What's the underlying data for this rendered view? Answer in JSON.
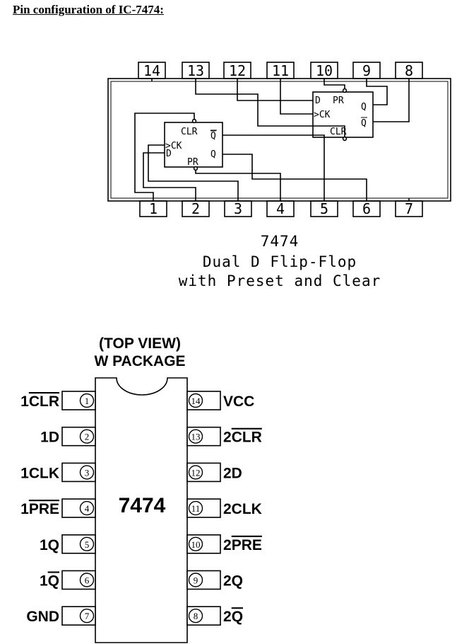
{
  "page": {
    "title": "Pin configuration of IC-7474:"
  },
  "logic_diagram": {
    "top_pins": [
      "14",
      "13",
      "12",
      "11",
      "10",
      "9",
      "8"
    ],
    "bottom_pins": [
      "1",
      "2",
      "3",
      "4",
      "5",
      "6",
      "7"
    ],
    "ff1": {
      "clr": "CLR",
      "ck": ">CK",
      "d": "D",
      "q": "Q",
      "qbar": "Q",
      "pr": "PR"
    },
    "ff2": {
      "d": "D",
      "pr": "PR",
      "ck": ">CK",
      "q": "Q",
      "qbar": "Q",
      "clr": "CLR"
    },
    "caption_part": "7474",
    "caption_line1": "Dual D Flip-Flop",
    "caption_line2": "with Preset and Clear"
  },
  "package_diagram": {
    "view_label": "(TOP VIEW)",
    "package_label": "W PACKAGE",
    "chip_label": "7474",
    "left_pins": [
      {
        "num": "1",
        "name": "1CLR",
        "prefix": "1",
        "bar": "CLR",
        "suffix": ""
      },
      {
        "num": "2",
        "name": "1D",
        "prefix": "1D",
        "bar": "",
        "suffix": ""
      },
      {
        "num": "3",
        "name": "1CLK",
        "prefix": "1CLK",
        "bar": "",
        "suffix": ""
      },
      {
        "num": "4",
        "name": "1PRE",
        "prefix": "1",
        "bar": "PRE",
        "suffix": ""
      },
      {
        "num": "5",
        "name": "1Q",
        "prefix": "1Q",
        "bar": "",
        "suffix": ""
      },
      {
        "num": "6",
        "name": "1Q",
        "prefix": "1",
        "bar": "Q",
        "suffix": ""
      },
      {
        "num": "7",
        "name": "GND",
        "prefix": "GND",
        "bar": "",
        "suffix": ""
      }
    ],
    "right_pins": [
      {
        "num": "14",
        "name": "VCC",
        "prefix": "VCC",
        "bar": "",
        "suffix": ""
      },
      {
        "num": "13",
        "name": "2CLR",
        "prefix": "2",
        "bar": "CLR",
        "suffix": ""
      },
      {
        "num": "12",
        "name": "2D",
        "prefix": "2D",
        "bar": "",
        "suffix": ""
      },
      {
        "num": "11",
        "name": "2CLK",
        "prefix": "2CLK",
        "bar": "",
        "suffix": ""
      },
      {
        "num": "10",
        "name": "2PRE",
        "prefix": "2",
        "bar": "PRE",
        "suffix": ""
      },
      {
        "num": "9",
        "name": "2Q",
        "prefix": "2Q",
        "bar": "",
        "suffix": ""
      },
      {
        "num": "8",
        "name": "2Q",
        "prefix": "2",
        "bar": "Q",
        "suffix": ""
      }
    ]
  }
}
